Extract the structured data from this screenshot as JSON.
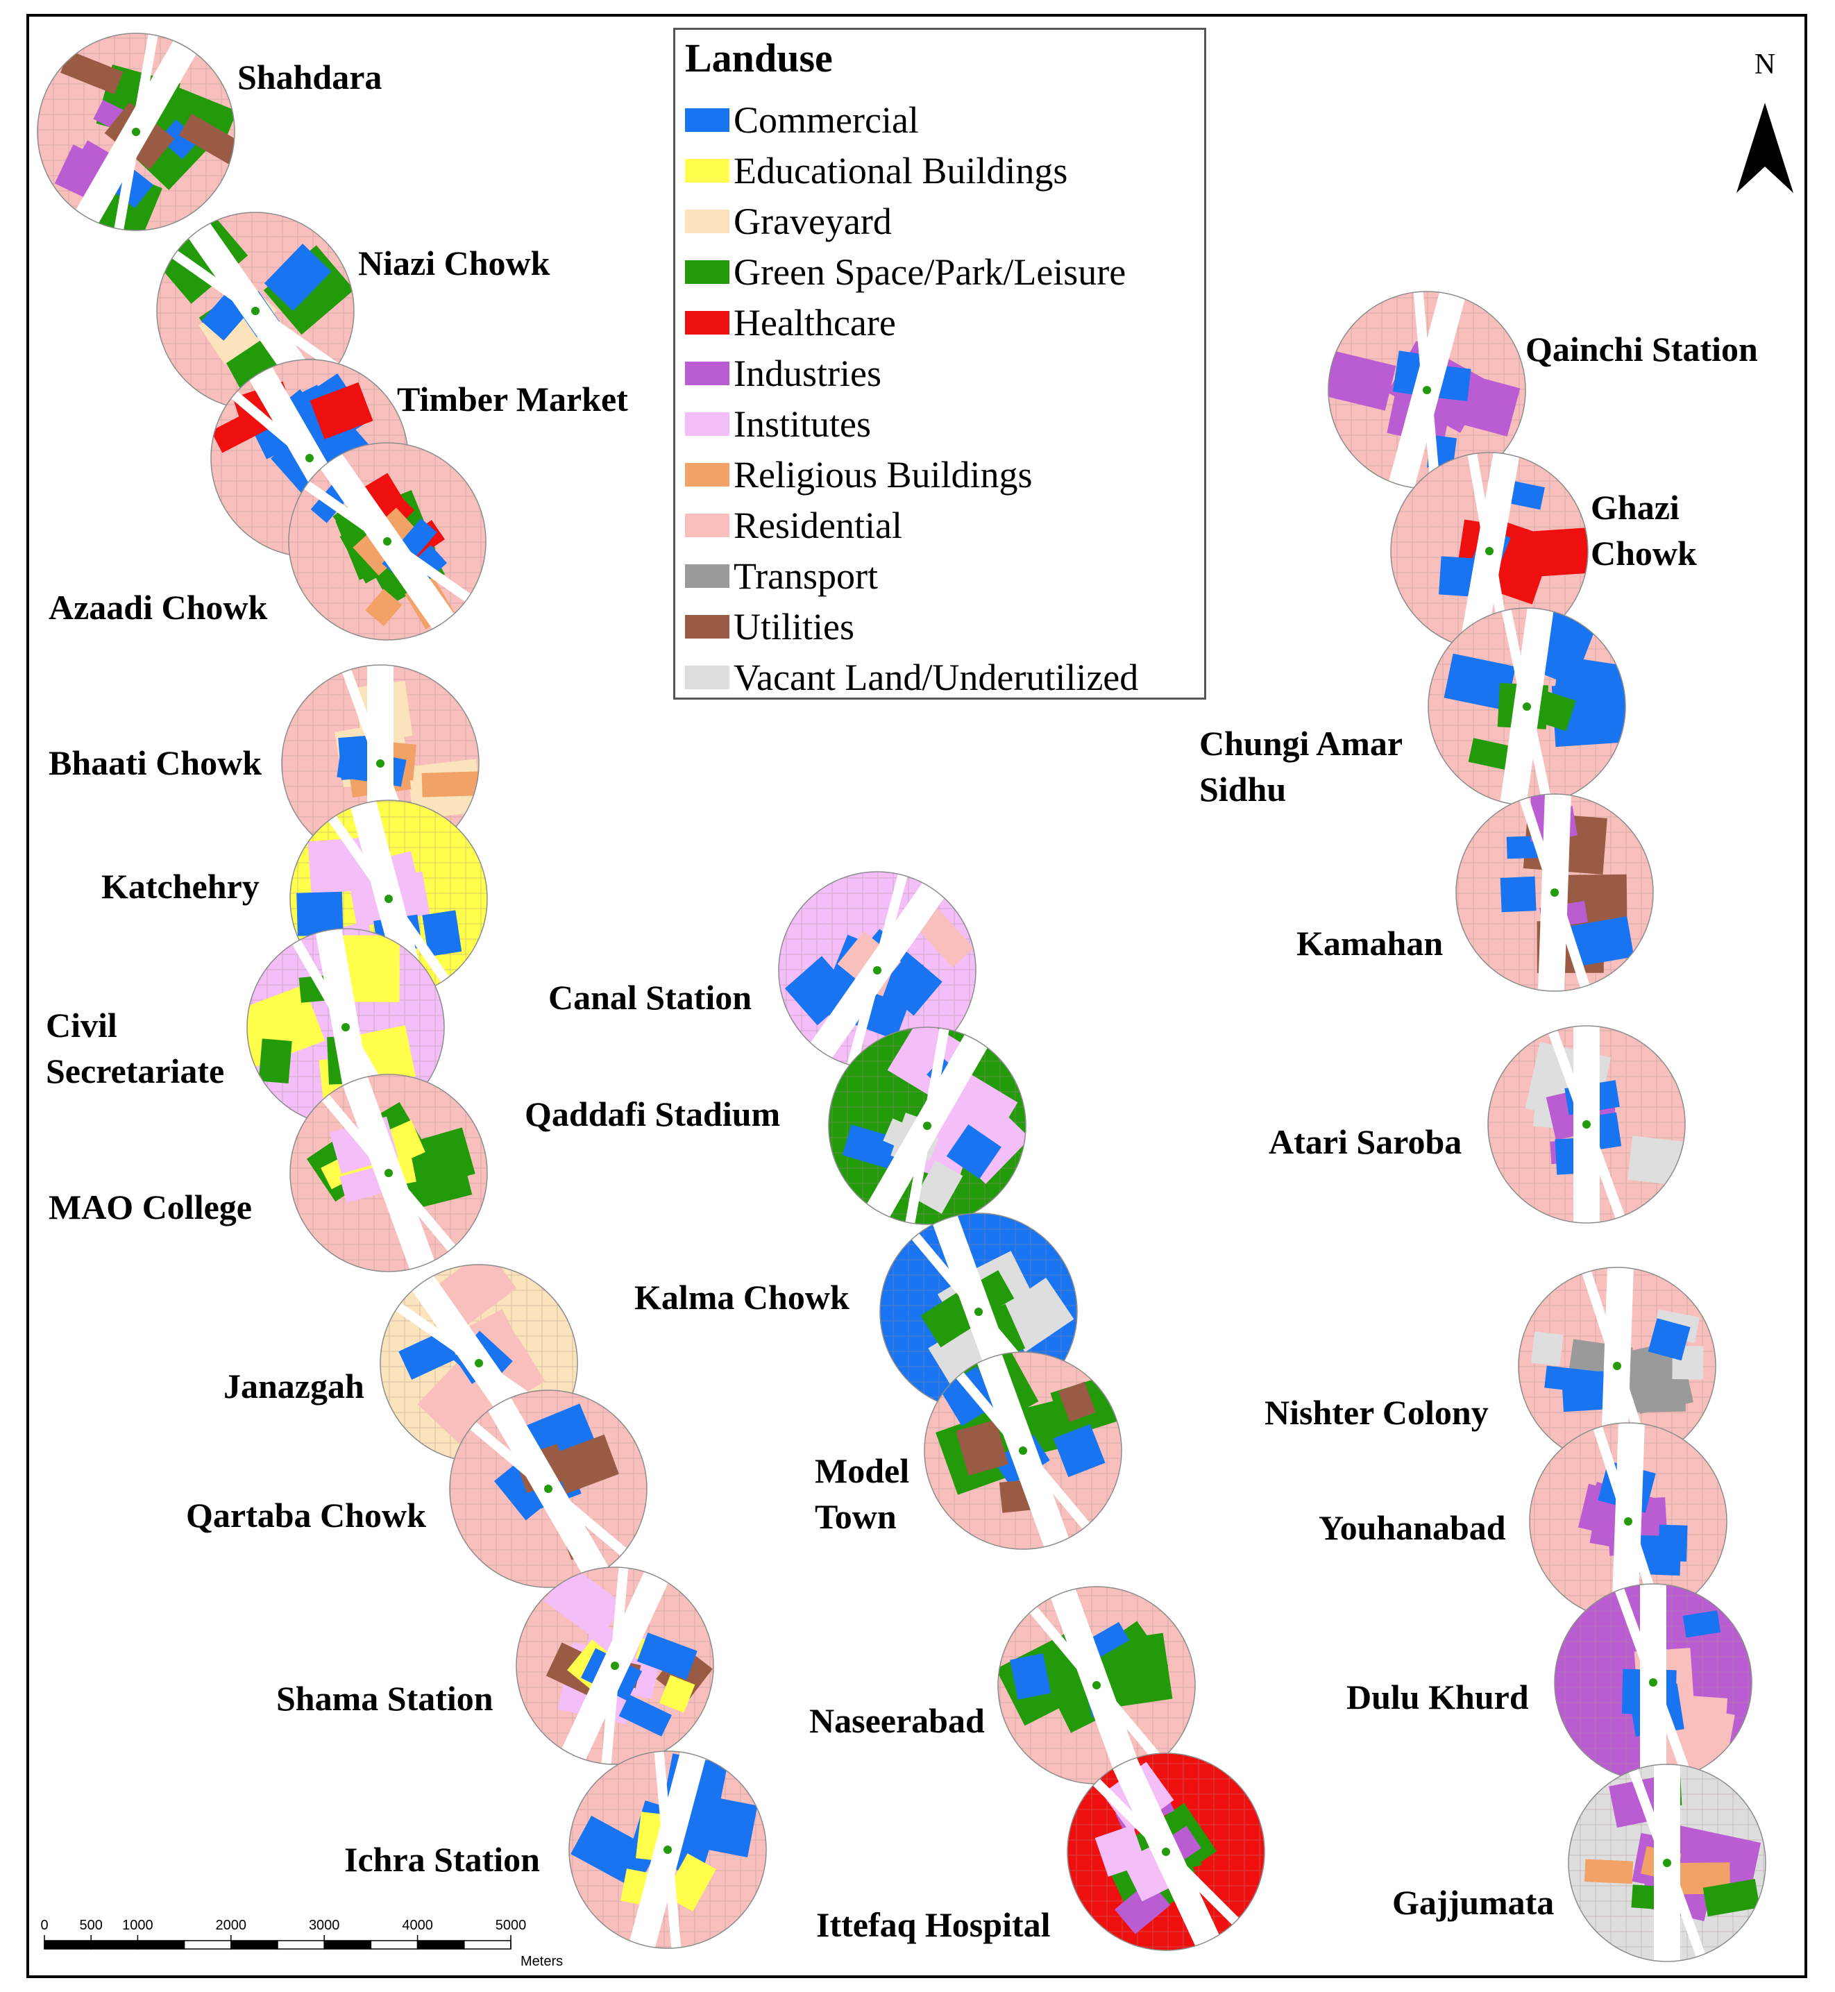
{
  "legend": {
    "title": "Landuse",
    "items": [
      {
        "label": "Commercial",
        "color": "#1874f0"
      },
      {
        "label": "Educational Buildings",
        "color": "#ffff4c"
      },
      {
        "label": "Graveyard",
        "color": "#fbe4bc"
      },
      {
        "label": "Green Space/Park/Leisure",
        "color": "#229a0a"
      },
      {
        "label": "Healthcare",
        "color": "#f00f0f"
      },
      {
        "label": "Industries",
        "color": "#bb5dd2"
      },
      {
        "label": "Institutes",
        "color": "#f4bef8"
      },
      {
        "label": "Religious Buildings",
        "color": "#f2a266"
      },
      {
        "label": "Residential",
        "color": "#f9bfbd"
      },
      {
        "label": "Transport",
        "color": "#9a9a9a"
      },
      {
        "label": "Utilities",
        "color": "#9a5b45"
      },
      {
        "label": "Vacant Land/Underutilized",
        "color": "#dedede"
      }
    ]
  },
  "north_arrow": {
    "letter": "N"
  },
  "scale_bar": {
    "ticks": [
      "0",
      "500",
      "1000",
      "2000",
      "3000",
      "4000",
      "5000"
    ],
    "tick_values": [
      0,
      500,
      1000,
      2000,
      3000,
      4000,
      5000
    ],
    "units": "Meters"
  },
  "stations": [
    {
      "name": "Shahdara",
      "dominant": "Residential",
      "accents": [
        "Green Space/Park/Leisure",
        "Industries",
        "Commercial",
        "Utilities"
      ]
    },
    {
      "name": "Niazi Chowk",
      "dominant": "Residential",
      "accents": [
        "Green Space/Park/Leisure",
        "Graveyard",
        "Commercial"
      ]
    },
    {
      "name": "Timber Market",
      "dominant": "Residential",
      "accents": [
        "Commercial",
        "Healthcare"
      ]
    },
    {
      "name": "Azaadi Chowk",
      "dominant": "Residential",
      "accents": [
        "Green Space/Park/Leisure",
        "Healthcare",
        "Religious Buildings",
        "Commercial"
      ]
    },
    {
      "name": "Bhaati Chowk",
      "dominant": "Residential",
      "accents": [
        "Graveyard",
        "Religious Buildings",
        "Commercial"
      ]
    },
    {
      "name": "Katchehry",
      "dominant": "Educational Buildings",
      "accents": [
        "Institutes",
        "Commercial"
      ]
    },
    {
      "name": "Civil Secretariate",
      "dominant": "Institutes",
      "accents": [
        "Educational Buildings",
        "Green Space/Park/Leisure"
      ]
    },
    {
      "name": "MAO College",
      "dominant": "Residential",
      "accents": [
        "Green Space/Park/Leisure",
        "Educational Buildings",
        "Institutes"
      ]
    },
    {
      "name": "Janazgah",
      "dominant": "Graveyard",
      "accents": [
        "Residential",
        "Commercial"
      ]
    },
    {
      "name": "Qartaba Chowk",
      "dominant": "Residential",
      "accents": [
        "Commercial",
        "Utilities"
      ]
    },
    {
      "name": "Shama Station",
      "dominant": "Residential",
      "accents": [
        "Institutes",
        "Utilities",
        "Educational Buildings",
        "Commercial"
      ]
    },
    {
      "name": "Ichra Station",
      "dominant": "Residential",
      "accents": [
        "Commercial",
        "Educational Buildings"
      ]
    },
    {
      "name": "Canal Station",
      "dominant": "Institutes",
      "accents": [
        "Commercial",
        "Residential"
      ]
    },
    {
      "name": "Qaddafi Stadium",
      "dominant": "Green Space/Park/Leisure",
      "accents": [
        "Institutes",
        "Commercial",
        "Vacant Land/Underutilized"
      ]
    },
    {
      "name": "Kalma Chowk",
      "dominant": "Commercial",
      "accents": [
        "Vacant Land/Underutilized",
        "Green Space/Park/Leisure"
      ]
    },
    {
      "name": "Model Town",
      "dominant": "Residential",
      "accents": [
        "Green Space/Park/Leisure",
        "Commercial",
        "Utilities"
      ]
    },
    {
      "name": "Naseerabad",
      "dominant": "Residential",
      "accents": [
        "Green Space/Park/Leisure",
        "Commercial"
      ]
    },
    {
      "name": "Ittefaq Hospital",
      "dominant": "Healthcare",
      "accents": [
        "Green Space/Park/Leisure",
        "Industries",
        "Institutes"
      ]
    },
    {
      "name": "Qainchi Station",
      "dominant": "Residential",
      "accents": [
        "Industries",
        "Commercial"
      ]
    },
    {
      "name": "Ghazi Chowk",
      "dominant": "Residential",
      "accents": [
        "Healthcare",
        "Commercial"
      ]
    },
    {
      "name": "Chungi Amar Sidhu",
      "dominant": "Residential",
      "accents": [
        "Commercial",
        "Green Space/Park/Leisure"
      ]
    },
    {
      "name": "Kamahan",
      "dominant": "Residential",
      "accents": [
        "Utilities",
        "Commercial",
        "Industries"
      ]
    },
    {
      "name": "Atari Saroba",
      "dominant": "Residential",
      "accents": [
        "Vacant Land/Underutilized",
        "Industries",
        "Commercial"
      ]
    },
    {
      "name": "Nishter Colony",
      "dominant": "Residential",
      "accents": [
        "Transport",
        "Vacant Land/Underutilized",
        "Commercial"
      ]
    },
    {
      "name": "Youhanabad",
      "dominant": "Residential",
      "accents": [
        "Industries",
        "Commercial"
      ]
    },
    {
      "name": "Dulu Khurd",
      "dominant": "Industries",
      "accents": [
        "Residential",
        "Commercial"
      ]
    },
    {
      "name": "Gajjumata",
      "dominant": "Vacant Land/Underutilized",
      "accents": [
        "Industries",
        "Religious Buildings",
        "Green Space/Park/Leisure"
      ]
    }
  ]
}
